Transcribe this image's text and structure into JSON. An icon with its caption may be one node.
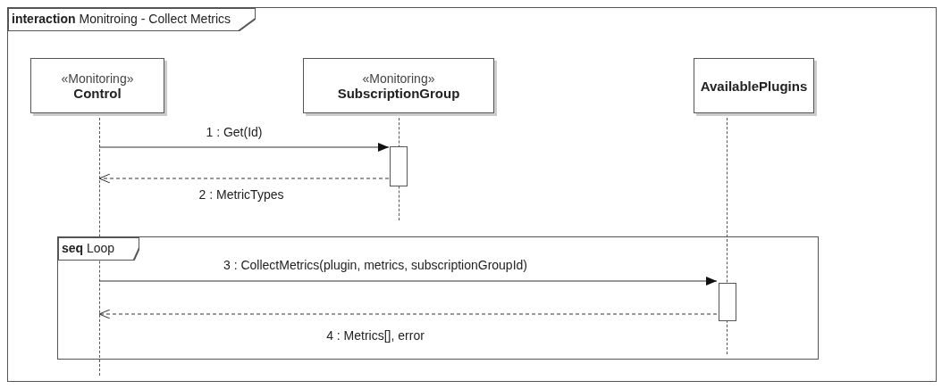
{
  "diagram": {
    "nodes": [
      {
        "text": [
          "**interaction** Monitroing - Collect Metrics"
        ]
      },
      {
        "text": [
          "«Monitoring»",
          "Control"
        ],
        "in": 0
      },
      {
        "text": [
          "«Monitoring»",
          "SubscriptionGroup"
        ],
        "in": 0
      },
      {
        "text": [
          "AvailablePlugins"
        ],
        "in": 0
      },
      {
        "text": [],
        "shape": "line",
        "in": 0
      },
      {
        "text": [],
        "shape": "line",
        "in": 0
      },
      {
        "text": [],
        "shape": "line",
        "in": 0
      },
      {
        "text": [],
        "shape": "bar",
        "in": 0
      },
      {
        "text": [
          "**seq** Loop"
        ],
        "in": 0
      },
      {
        "text": [],
        "shape": "bar",
        "in": 8
      }
    ],
    "edges": [
      {
        "from": 4,
        "to": 7,
        "arrow": "to",
        "label": "1 : Get(Id)"
      },
      {
        "from": 7,
        "to": 4,
        "arrow": "to",
        "style": "dashed",
        "label": "2 : MetricTypes"
      },
      {
        "from": 4,
        "to": 9,
        "arrow": "to",
        "label": "3 : CollectMetrics(plugin, metrics, subscriptionGroupId)"
      },
      {
        "from": 9,
        "to": 4,
        "arrow": "to",
        "style": "dashed",
        "label": "4 : Metrics[], error"
      }
    ]
  }
}
